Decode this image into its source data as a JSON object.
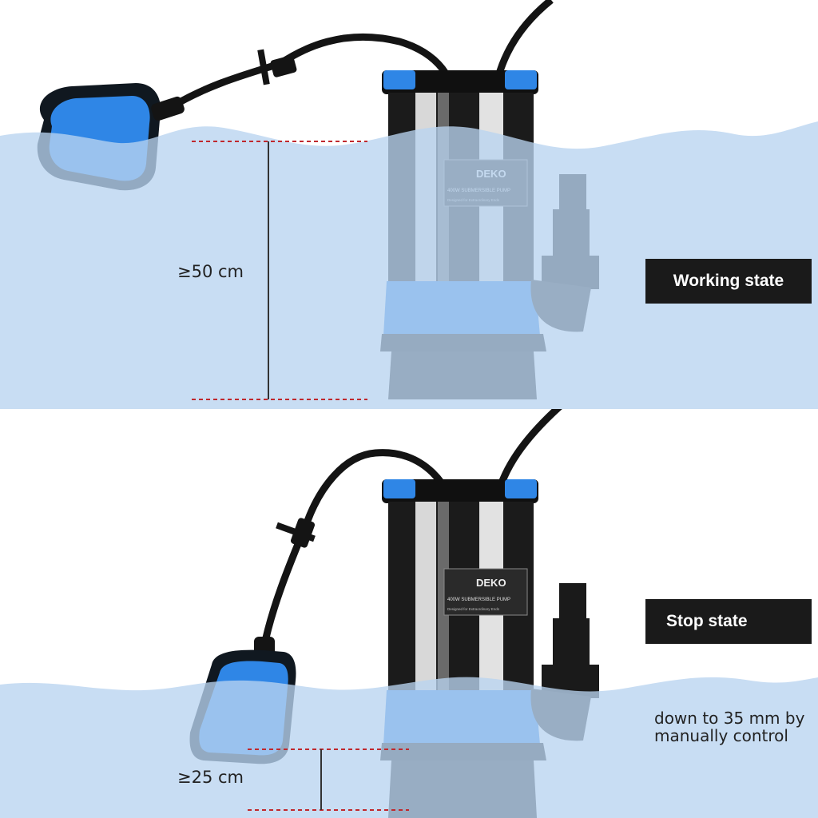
{
  "working": {
    "state_label": "Working state",
    "height_label": "≥50 cm"
  },
  "stop": {
    "state_label": "Stop state",
    "height_label": "≥25 cm",
    "note_line1": "down to 35 mm by",
    "note_line2": "manually control"
  },
  "pump": {
    "brand": "DEKO",
    "model": "400W SUBMERSIBLE PUMP",
    "tagline": "Designed for Extraordinary Ends"
  },
  "colors": {
    "water": "#c6dcf1",
    "pump_blue": "#3a8fe0",
    "dark": "#1a1a1a",
    "dash": "#c0282d"
  }
}
